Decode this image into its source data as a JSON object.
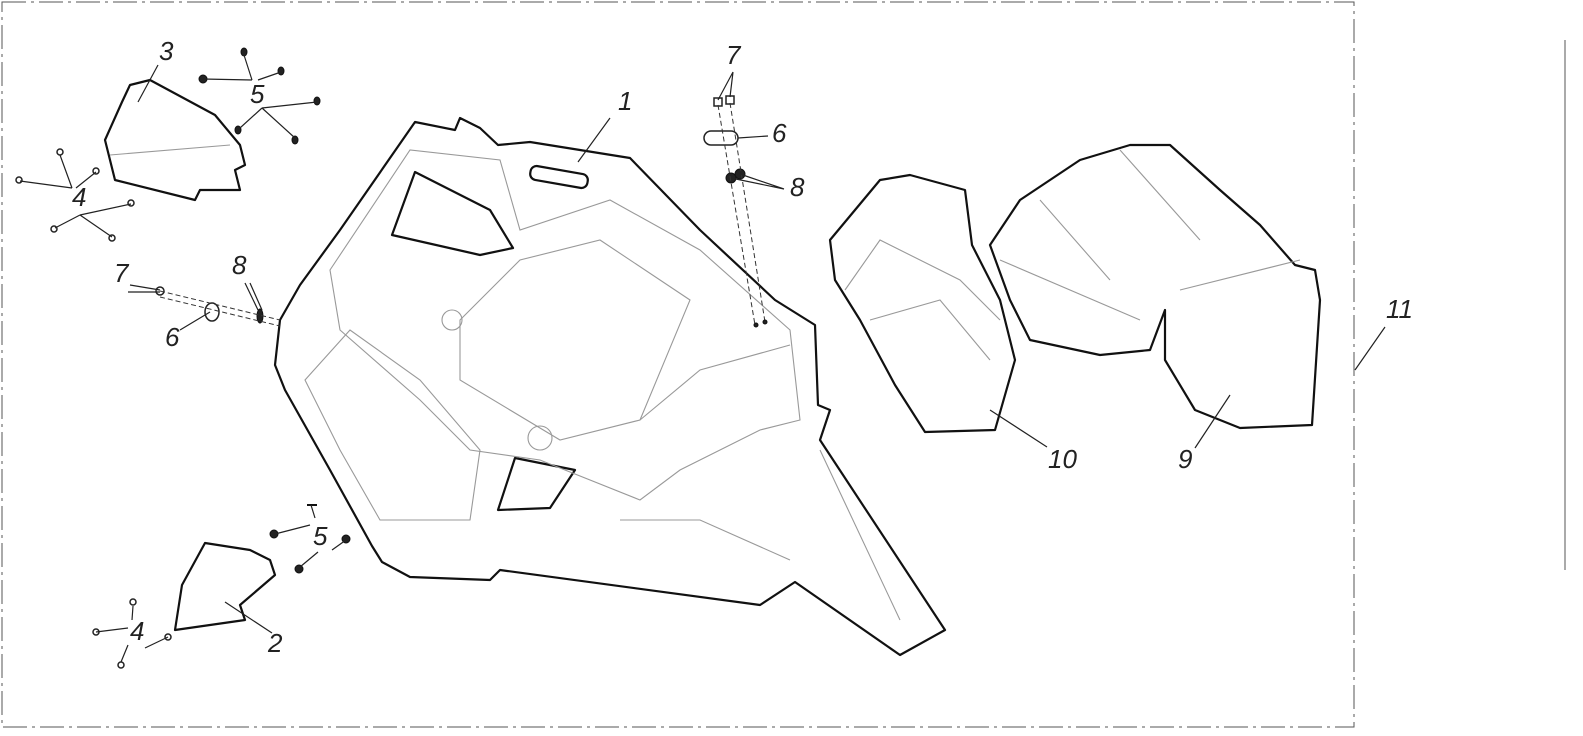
{
  "diagram": {
    "type": "exploded-parts-view",
    "callouts": {
      "p1": "1",
      "p2": "2",
      "p3": "3",
      "p4a": "4",
      "p4b": "4",
      "p5a": "5",
      "p5b": "5",
      "p6a": "6",
      "p6b": "6",
      "p7a": "7",
      "p7b": "7",
      "p8a": "8",
      "p8b": "8",
      "p9": "9",
      "p10": "10",
      "p11": "11"
    }
  }
}
